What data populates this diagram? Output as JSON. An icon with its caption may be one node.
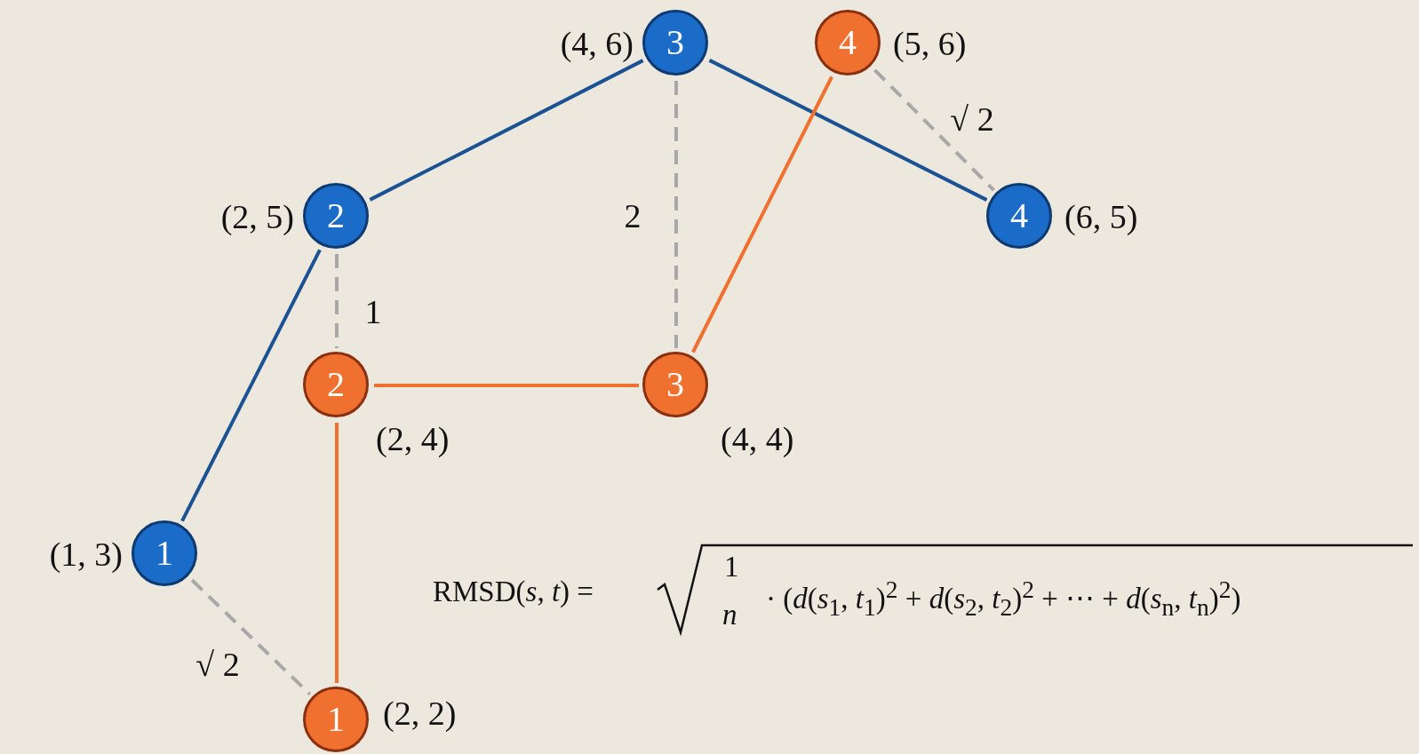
{
  "diagram": {
    "nodes": [
      {
        "text": [
          "3"
        ],
        "beside": [
          "(4, 6)"
        ]
      },
      {
        "text": [
          "4"
        ],
        "beside": [
          "(5, 6)"
        ]
      },
      {
        "text": [
          "2"
        ],
        "beside": [
          "(2, 5)"
        ]
      },
      {
        "text": [
          "4"
        ],
        "beside": [
          "(6, 5)"
        ]
      },
      {
        "text": [
          "2"
        ],
        "beside": [
          "(2, 4)"
        ]
      },
      {
        "text": [
          "3"
        ],
        "beside": [
          "(4, 4)"
        ]
      },
      {
        "text": [
          "1"
        ],
        "beside": [
          "(1, 3)"
        ]
      },
      {
        "text": [
          "1"
        ],
        "beside": [
          "(2, 2)"
        ]
      }
    ],
    "edges": [
      {
        "from": 6,
        "to": 2,
        "arrow": "none",
        "color": "#1a5294"
      },
      {
        "from": 2,
        "to": 0,
        "arrow": "none",
        "color": "#1a5294"
      },
      {
        "from": 0,
        "to": 3,
        "arrow": "none",
        "color": "#1a5294"
      },
      {
        "from": 7,
        "to": 4,
        "arrow": "none",
        "color": "#f07030"
      },
      {
        "from": 4,
        "to": 5,
        "arrow": "none",
        "color": "#f07030"
      },
      {
        "from": 5,
        "to": 1,
        "arrow": "none",
        "color": "#f07030"
      },
      {
        "from": 6,
        "to": 7,
        "arrow": "none",
        "style": "dashed",
        "color": "#a8a8a8",
        "label": "√ 2"
      },
      {
        "from": 2,
        "to": 4,
        "arrow": "none",
        "style": "dashed",
        "color": "#a8a8a8",
        "label": "1"
      },
      {
        "from": 0,
        "to": 5,
        "arrow": "none",
        "style": "dashed",
        "color": "#a8a8a8",
        "label": "2"
      },
      {
        "from": 1,
        "to": 3,
        "arrow": "none",
        "style": "dashed",
        "color": "#a8a8a8",
        "label": "√ 2"
      }
    ],
    "labels": [
      "RMSD(*s*, *t*) =",
      "1",
      "n",
      "· (*d*(*s*$_{1}$, *t*$_{1}$)$^{2}$ + *d*(*s*$_{2}$, *t*$_{2}$)$^{2}$ + ⋯ + *d*(*s*$_{n}$, *t*$_{n}$)$^{2}$)"
    ]
  }
}
